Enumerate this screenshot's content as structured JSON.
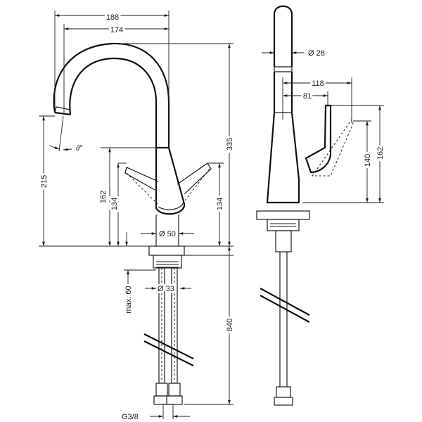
{
  "dimensions": {
    "front": {
      "width_188": "188",
      "width_174": "174",
      "height_335": "335",
      "height_215": "215",
      "height_162": "162",
      "height_134_left": "134",
      "height_134_right": "134",
      "base_diameter": "Ø 50",
      "shank_diameter": "Ø 33",
      "max_60": "max. 60",
      "length_840": "840",
      "thread": "G3/8",
      "swivel_angle": "∂°"
    },
    "side": {
      "spout_diameter": "Ø 28",
      "reach_118": "118",
      "reach_81": "81",
      "height_140": "140",
      "height_162": "162"
    }
  }
}
